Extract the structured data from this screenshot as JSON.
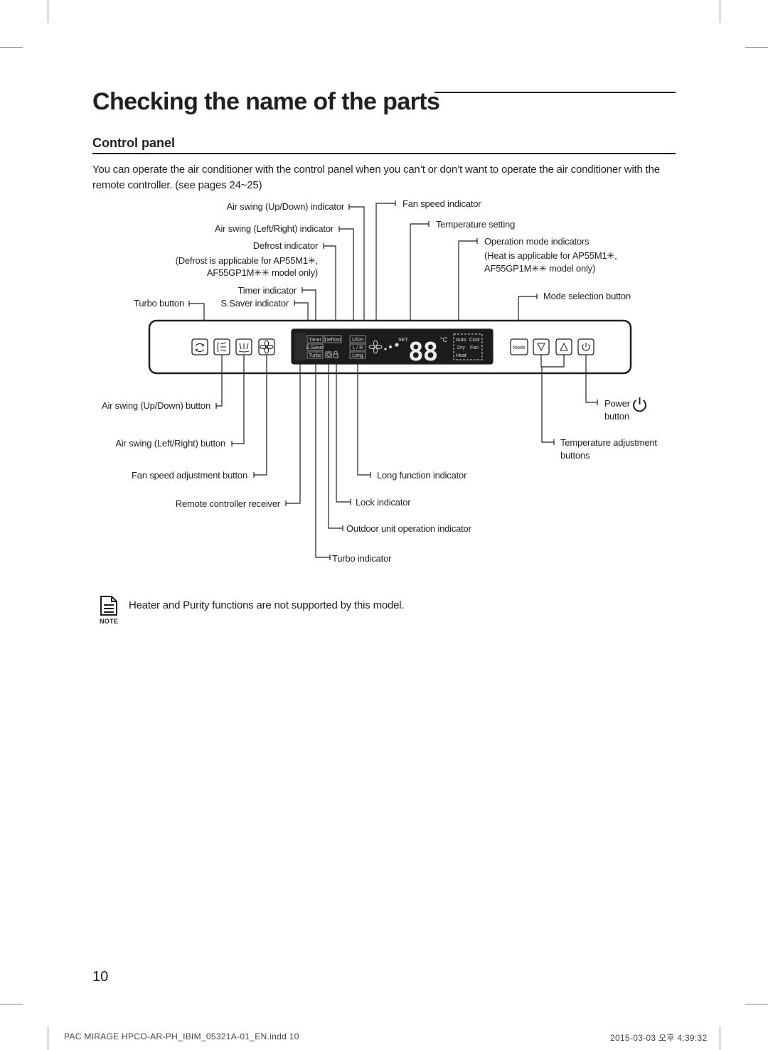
{
  "page": {
    "title": "Checking the name of the parts",
    "section": "Control panel",
    "intro": "You can operate the air conditioner with the control panel when you can’t or don’t want to operate the air conditioner with the remote controller. (see pages 24~25)",
    "note_label": "NOTE",
    "note_text": "Heater and Purity functions are not supported by this model.",
    "page_number": "10",
    "footer_file": "PAC MIRAGE HPCO-AR-PH_IBIM_05321A-01_EN.indd   10",
    "footer_date": "2015-03-03   오후 4:39:32"
  },
  "labels": {
    "air_swing_ud_indicator": "Air swing (Up/Down) indicator",
    "air_swing_lr_indicator": "Air swing (Left/Right) indicator",
    "defrost_indicator": "Defrost indicator",
    "defrost_note_1": "(Defrost is applicable for AP55M1✳,",
    "defrost_note_2": "AF55GP1M✳✳ model only)",
    "timer_indicator": "Timer indicator",
    "saver_indicator": "S.Saver indicator",
    "turbo_button": "Turbo button",
    "fan_speed_indicator": "Fan speed indicator",
    "temperature_setting": "Temperature setting",
    "operation_mode_indicators": "Operation mode indicators",
    "heat_note_1": "(Heat is applicable for AP55M1✳,",
    "heat_note_2": "AF55GP1M✳✳ model only)",
    "mode_selection_button": "Mode selection button",
    "air_swing_ud_button": "Air swing (Up/Down) button",
    "air_swing_lr_button": "Air swing (Left/Right) button",
    "fan_speed_adjust_button": "Fan speed adjustment button",
    "remote_receiver": "Remote controller receiver",
    "long_function_indicator": "Long function indicator",
    "lock_indicator": "Lock indicator",
    "outdoor_unit_indicator": "Outdoor unit operation indicator",
    "turbo_indicator": "Turbo indicator",
    "power_button_1": "Power",
    "power_button_2": "button",
    "temp_adjust_buttons_1": "Temperature adjustment",
    "temp_adjust_buttons_2": "buttons"
  },
  "display": {
    "timer": "Timer",
    "defrost": "Defrost",
    "saver": "S.Saver",
    "turbo": "Turbo",
    "ud": "U/Dn",
    "lr": "L / R",
    "long": "Long",
    "set": "SET",
    "digits": "88",
    "unit": "°C",
    "mode_auto": "Auto",
    "mode_cool": "Cool",
    "mode_dry": "Dry",
    "mode_fan": "Fan",
    "mode_heat": "Heat",
    "mode_button": "Mode"
  },
  "icons": [
    "turbo-icon",
    "air-swing-updown-icon",
    "air-swing-leftright-icon",
    "fan-icon",
    "down-arrow-icon",
    "up-arrow-icon",
    "power-icon",
    "note-icon",
    "lock-icon",
    "outdoor-unit-icon"
  ]
}
